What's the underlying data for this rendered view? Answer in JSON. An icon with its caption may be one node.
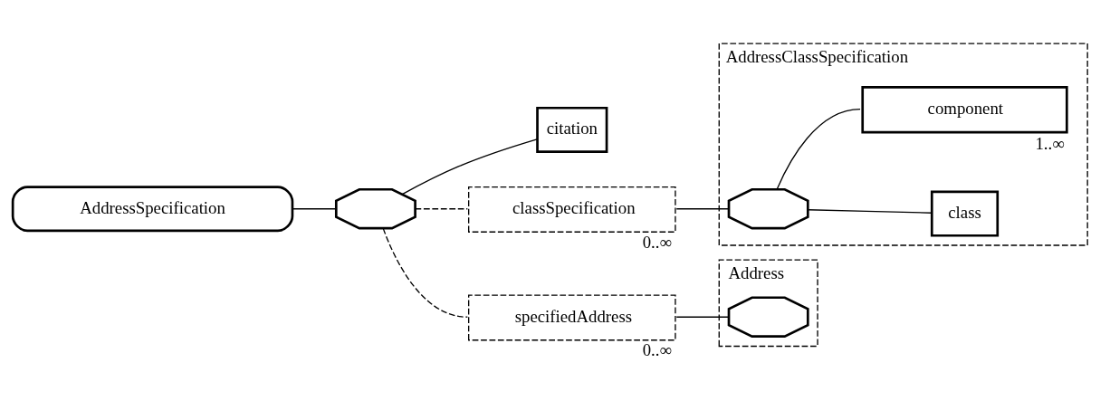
{
  "diagram": {
    "nodes": [
      {
        "text": [
          "AddressSpecification"
        ]
      },
      {
        "text": [],
        "shape": "octagon"
      },
      {
        "text": [
          "citation"
        ]
      },
      {
        "text": [
          "classSpecification"
        ],
        "beside": [
          "0..∞"
        ]
      },
      {
        "text": [
          "AddressClassSpecification"
        ]
      },
      {
        "text": [],
        "shape": "octagon",
        "in": 4
      },
      {
        "text": [
          "class"
        ],
        "in": 4
      },
      {
        "text": [
          "component"
        ],
        "in": 4,
        "beside": [
          "1..∞"
        ]
      },
      {
        "text": [
          "specifiedAddress"
        ],
        "beside": [
          "0..∞"
        ]
      },
      {
        "text": [
          "Address"
        ]
      },
      {
        "text": [],
        "shape": "octagon",
        "in": 9
      }
    ],
    "edges": [
      {
        "from": 0,
        "to": 1,
        "arrow": "none"
      },
      {
        "from": 1,
        "to": 2,
        "arrow": "none"
      },
      {
        "from": 1,
        "to": 3,
        "arrow": "none",
        "style": "dashed"
      },
      {
        "from": 1,
        "to": 8,
        "arrow": "none",
        "style": "dashed"
      },
      {
        "from": 3,
        "to": 5,
        "arrow": "none"
      },
      {
        "from": 5,
        "to": 6,
        "arrow": "none"
      },
      {
        "from": 5,
        "to": 7,
        "arrow": "none"
      },
      {
        "from": 8,
        "to": 10,
        "arrow": "none"
      }
    ]
  }
}
